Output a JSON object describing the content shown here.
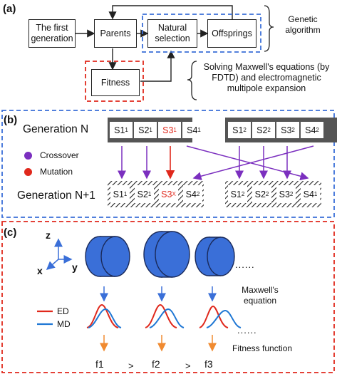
{
  "panels": {
    "a": "(a)",
    "b": "(b)",
    "c": "(c)"
  },
  "panel_a": {
    "first_generation": "The first generation",
    "parents": "Parents",
    "natural_selection": "Natural selection",
    "offsprings": "Offsprings",
    "fitness": "Fitness",
    "genetic_algorithm": "Genetic algorithm",
    "solving_note": "Solving Maxwell's equations (by FDTD) and electromagnetic multipole expansion"
  },
  "panel_b": {
    "generation_n": "Generation N",
    "generation_n1": "Generation N+1",
    "legend_crossover": "Crossover",
    "legend_mutation": "Mutation",
    "colors": {
      "crossover": "#7b2fbf",
      "mutation": "#e0281c",
      "blue_dash": "#3a6fd8",
      "red_dash": "#e0281c"
    },
    "gen_n_left": [
      {
        "base": "S1",
        "sup": "1",
        "red": false
      },
      {
        "base": "S2",
        "sup": "1",
        "red": false
      },
      {
        "base": "S3",
        "sup": "1",
        "red": true
      },
      {
        "base": "S4",
        "sup": "1",
        "red": false
      }
    ],
    "gen_n_right": [
      {
        "base": "S1",
        "sup": "2",
        "red": false
      },
      {
        "base": "S2",
        "sup": "2",
        "red": false
      },
      {
        "base": "S3",
        "sup": "2",
        "red": false
      },
      {
        "base": "S4",
        "sup": "2",
        "red": false
      }
    ],
    "gen_n1_left": [
      {
        "base": "S1",
        "sup": "1",
        "red": false
      },
      {
        "base": "S2",
        "sup": "1",
        "red": false
      },
      {
        "base": "S3",
        "sup": "X",
        "red": true
      },
      {
        "base": "S4",
        "sup": "2",
        "red": false
      }
    ],
    "gen_n1_right": [
      {
        "base": "S1",
        "sup": "2",
        "red": false
      },
      {
        "base": "S2",
        "sup": "2",
        "red": false
      },
      {
        "base": "S3",
        "sup": "2",
        "red": false
      },
      {
        "base": "S4",
        "sup": "1",
        "red": false
      }
    ]
  },
  "panel_c": {
    "axis_z": "z",
    "axis_x": "x",
    "axis_y": "y",
    "dots": "......",
    "maxwell": "Maxwell's equation",
    "legend_ed": "ED",
    "legend_md": "MD",
    "fitness_function": "Fitness function",
    "f_labels": [
      "f1",
      "f2",
      "f3"
    ],
    "comparators": [
      ">",
      ">"
    ],
    "colors": {
      "cylinder": "#3a6fd8",
      "ed": "#e0281c",
      "md": "#1f77d4",
      "arrow_blue": "#3a6fd8",
      "arrow_orange": "#f08a30"
    }
  }
}
